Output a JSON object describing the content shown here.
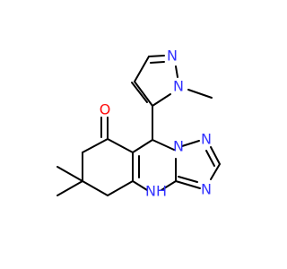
{
  "colors": {
    "bond": "#000000",
    "nitrogen": "#3333ff",
    "oxygen": "#ff0d0d",
    "background": "#ffffff"
  },
  "atoms": {
    "N_pyrazole_2": "N",
    "N_pyrazole_1": "N",
    "O_carbonyl": "O",
    "N_triazole_1": "N",
    "N_triazole_2": "N",
    "N_triazole_4": "N",
    "N_H_ring": "N",
    "H_on_N": "H"
  }
}
